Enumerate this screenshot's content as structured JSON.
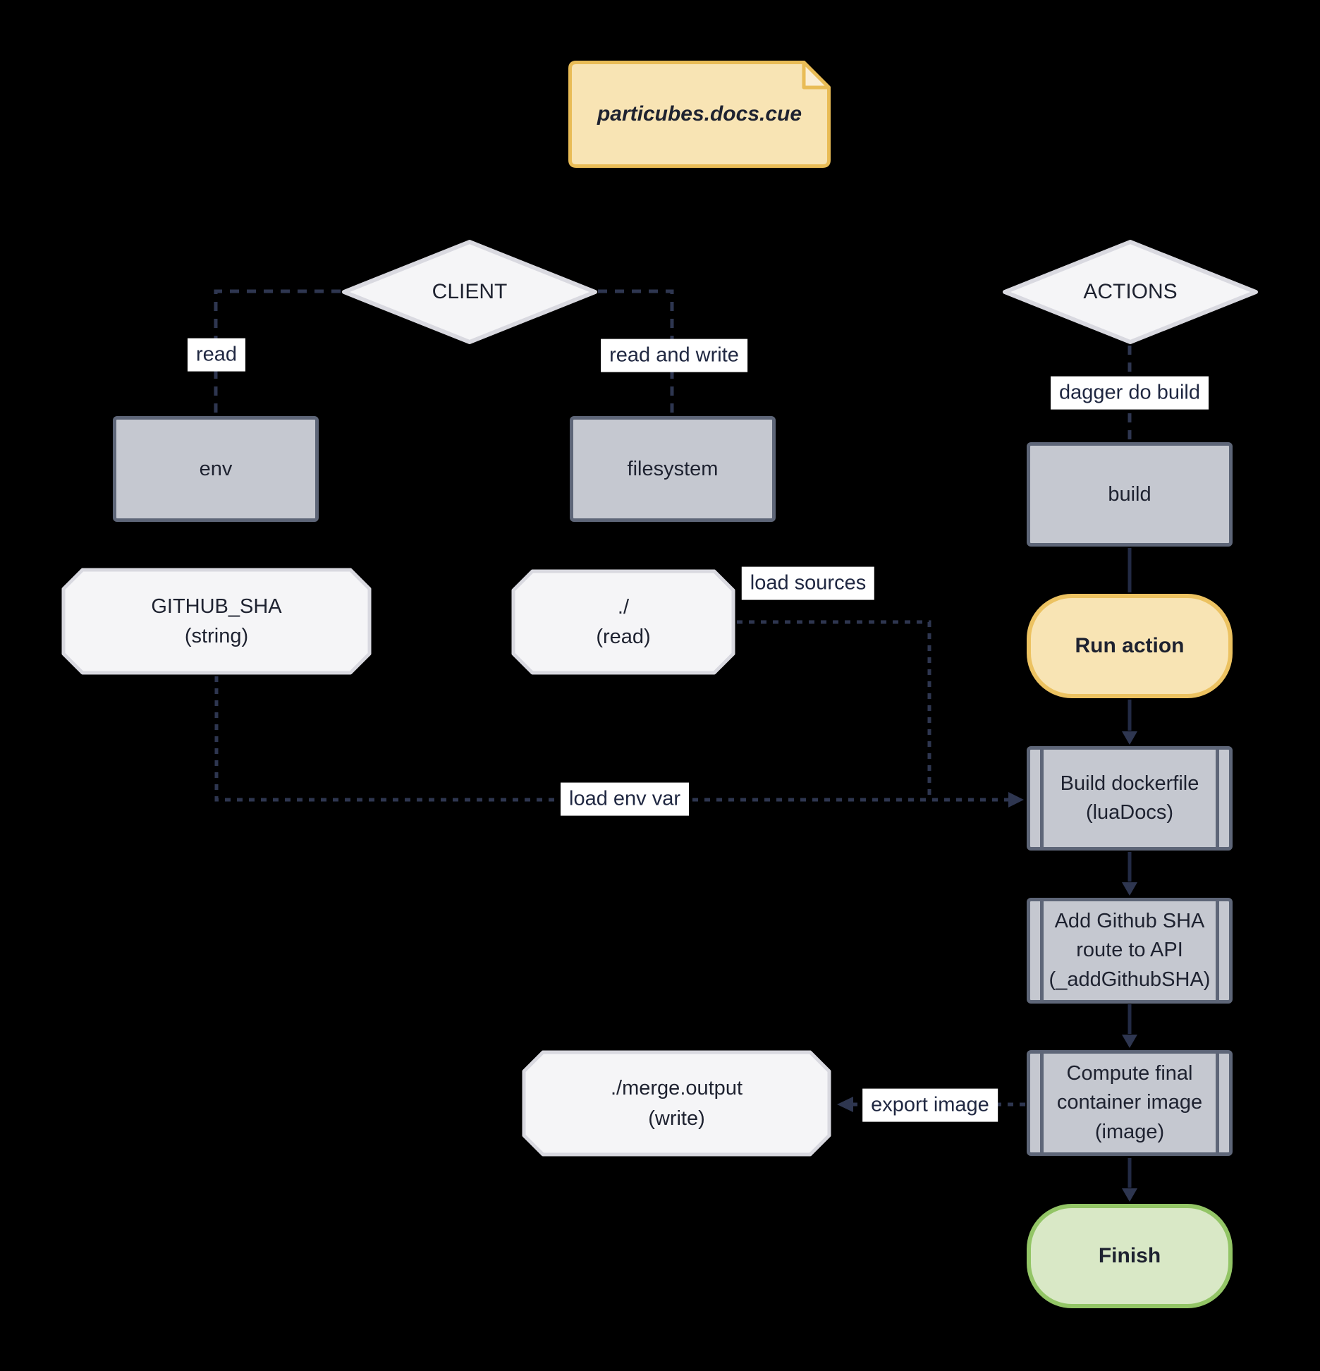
{
  "note": {
    "title": "particubes.docs.cue"
  },
  "decisions": {
    "client": "CLIENT",
    "actions": "ACTIONS"
  },
  "nodes": {
    "env": "env",
    "filesystem": "filesystem",
    "build": "build",
    "github_sha": "GITHUB_SHA\n(string)",
    "local_dir": "./\n(read)",
    "run_action": "Run action",
    "build_dockerfile": "Build dockerfile\n(luaDocs)",
    "add_github_sha": "Add Github SHA\nroute to API\n(_addGithubSHA)",
    "compute_image": "Compute final\ncontainer image\n(image)",
    "merge_output": "./merge.output\n(write)",
    "finish": "Finish"
  },
  "edge_labels": {
    "read": "read",
    "read_and_write": "read and write",
    "dagger_do_build": "dagger do build",
    "load_sources": "load sources",
    "load_env_var": "load env var",
    "export_image": "export image"
  },
  "colors": {
    "background": "#000000",
    "note_fill": "#F8E4B4",
    "note_border": "#E9BC56",
    "decision_fill": "#F5F5F7",
    "decision_border": "#D9D9E0",
    "process_fill": "#C5C8D0",
    "process_border": "#5E6678",
    "data_fill": "#F5F5F7",
    "data_border": "#D9D9E0",
    "action_fill": "#F8E4B4",
    "action_border": "#ECC261",
    "finish_fill": "#D9E8C6",
    "finish_border": "#93C566",
    "edge_dashed": "#2E3650",
    "edge_solid": "#222A44",
    "label_bg": "#FFFFFF",
    "label_text": "#1F2741",
    "node_text": "#1E2230"
  }
}
